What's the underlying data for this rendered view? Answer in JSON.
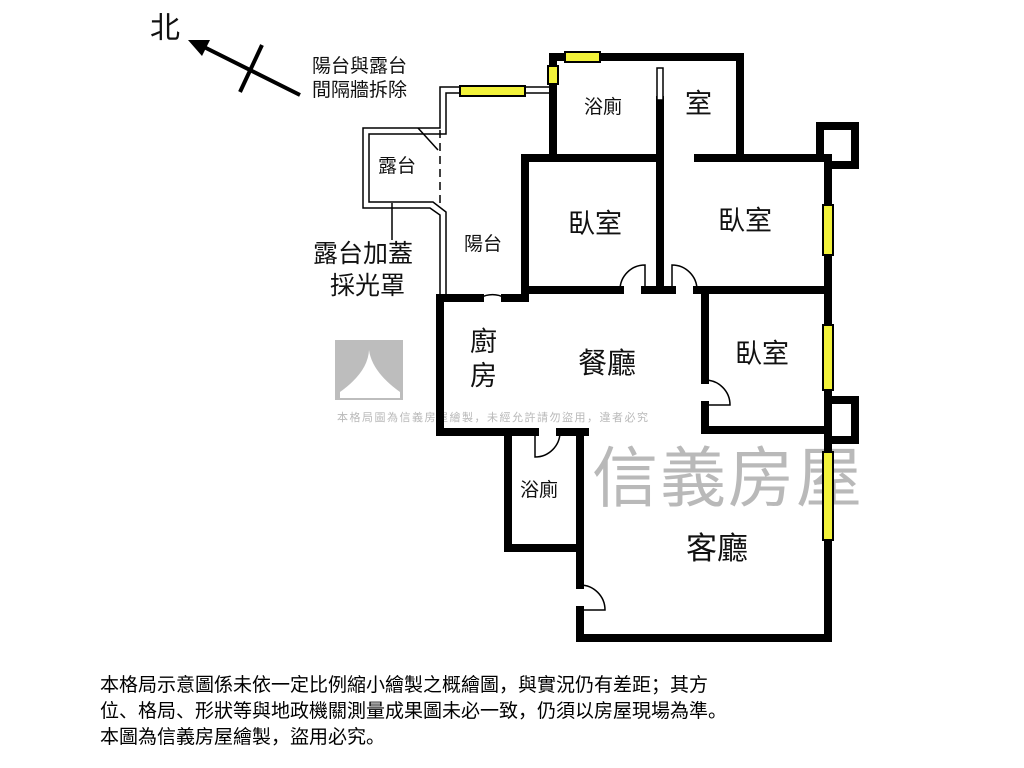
{
  "compass": {
    "label": "北"
  },
  "annotations": {
    "wall_removed": [
      "陽台與露台",
      "間隔牆拆除"
    ],
    "skylight": [
      "露台加蓋",
      "採光罩"
    ]
  },
  "rooms": {
    "terrace": "露台",
    "balcony": "陽台",
    "bath1": "浴廁",
    "room_top": "室",
    "bedroom1": "臥室",
    "bedroom2": "臥室",
    "bedroom3": "臥室",
    "kitchen": [
      "廚",
      "房"
    ],
    "dining": "餐廳",
    "bath2": "浴廁",
    "living": "客廳"
  },
  "watermark": {
    "brand": "信義房屋",
    "notice": "本格局圖為信義房屋繪製，未經允許請勿盜用，違者必究"
  },
  "disclaimer": [
    "本格局示意圖係未依一定比例縮小繪製之概繪圖，與實況仍有差距；其方",
    "位、格局、形狀等與地政機關測量成果圖未必一致，仍須以房屋現場為準。",
    "本圖為信義房屋繪製，盜用必究。"
  ],
  "colors": {
    "wall": "#000000",
    "window": "#f2f23a",
    "watermark": "#b9b9b9"
  }
}
